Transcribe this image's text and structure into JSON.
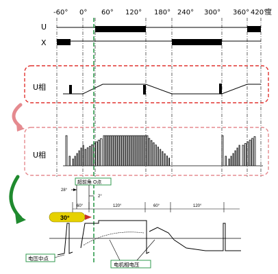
{
  "header": {
    "ticks": [
      "-60°",
      "0°",
      "60°",
      "120°",
      "180°",
      "240°",
      "300°",
      "360°",
      "420°"
    ],
    "unit": "度"
  },
  "rows": {
    "u": "U",
    "x": "X"
  },
  "panels": {
    "top_label": "U相",
    "bottom_label": "U相"
  },
  "annotations": {
    "zero_point": "超前角 O点",
    "angle_28": "28°",
    "angle_2": "2°",
    "badge": "30°",
    "phase_60a": "60°",
    "phase_120a": "120°",
    "phase_60b": "60°",
    "phase_120b": "120°",
    "midpoint": "电压中点",
    "phase_voltage": "电机相电压"
  },
  "colors": {
    "red_border": "#e0322f",
    "pink_border": "#e58a8f",
    "green_line": "#2f9a4c",
    "badge_yellow": "#e6d100",
    "badge_red": "#c9302c",
    "green_arrow": "#1f8a2e"
  }
}
